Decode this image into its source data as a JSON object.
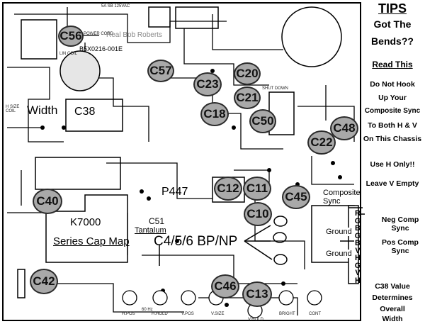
{
  "board": {
    "part_labels": {
      "width_coil": "Width",
      "c38": "C38",
      "p447": "P447",
      "c51": "C51",
      "tantalum": "Tantalum",
      "c456": "C4/5/6 BP/NP",
      "title_model": "K7000",
      "title_sub": "Series Cap Map"
    },
    "highlighted_caps": [
      "C56",
      "C57",
      "C20",
      "C23",
      "C21",
      "C18",
      "C50",
      "C48",
      "C22",
      "C12",
      "C11",
      "C45",
      "C40",
      "C10",
      "C42",
      "C46",
      "C13"
    ],
    "silkscreen": {
      "r1": "B5X0216-001E",
      "fuse": "5A SB 125VAC",
      "power": "POWER CORD",
      "lin": "LIN COIL",
      "shut": "SHUT DOWN",
      "hsize": "H SIZE COIL",
      "hpos": "H.POS",
      "hhold": "H.HOLD",
      "vpos": "V.POS",
      "vsize": "V.SIZE",
      "vhold": "V.HOLD",
      "bright": "BRIGHT",
      "cont": "CONT",
      "hz": "60 Hz",
      "watermark": "Real Bob Roberts"
    },
    "connector_letters": "RGBGBVHGVH",
    "wire_labels": {
      "composite_sync": "Composite Sync",
      "ground1": "Ground",
      "ground2": "Ground",
      "neg_comp": "Neg Comp Sync",
      "pos_comp": "Pos Comp Sync"
    }
  },
  "tips": {
    "title": "TIPS",
    "line1": "Got The",
    "line2": "Bends??",
    "read": "Read This",
    "warn1": "Do Not Hook",
    "warn2": "Up Your",
    "warn3": "Composite Sync",
    "warn4": "To Both H & V",
    "warn5": "On This Chassis",
    "use_h": "Use H Only!!",
    "leave_v": "Leave V Empty",
    "c38_1": "C38 Value",
    "c38_2": "Determines",
    "c38_3": "Overall",
    "c38_4": "Width"
  }
}
